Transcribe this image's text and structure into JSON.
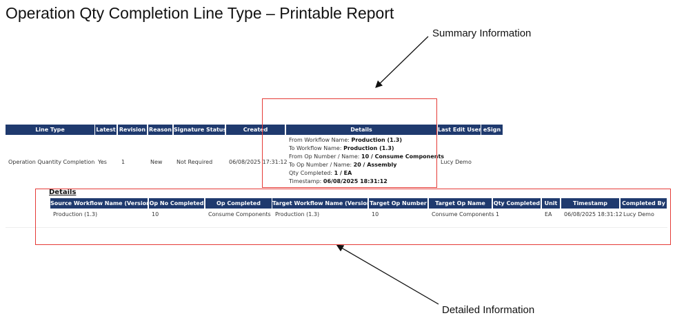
{
  "title": "Operation Qty Completion Line Type – Printable Report",
  "annotations": {
    "summary": "Summary Information",
    "detailed": "Detailed Information"
  },
  "summary_table": {
    "headers": [
      "Line Type",
      "Latest",
      "Revision",
      "Reason",
      "Signature Status",
      "Created",
      "Details",
      "Last Edit User",
      "eSign"
    ],
    "row": {
      "line_type": "Operation Quantity Completion",
      "latest": "Yes",
      "revision": "1",
      "reason": "New",
      "signature_status": "Not Required",
      "created": "06/08/2025 17:31:12",
      "last_edit_user": "Lucy Demo",
      "esign": ""
    },
    "details": [
      {
        "label": "From Workflow Name: ",
        "value": "Production (1.3)"
      },
      {
        "label": "To Workflow Name: ",
        "value": "Production (1.3)"
      },
      {
        "label": "From Op Number / Name: ",
        "value": "10 / Consume Components"
      },
      {
        "label": "To Op Number / Name: ",
        "value": "20 / Assembly"
      },
      {
        "label": "Qty Completed: ",
        "value": "1 / EA"
      },
      {
        "label": "Timestamp: ",
        "value": "06/08/2025 18:31:12"
      }
    ]
  },
  "details_section": {
    "heading": "Details",
    "headers": [
      "Source Workflow Name (Version)",
      "Op No Completed",
      "Op Completed",
      "Target Workflow Name (Version)",
      "Target Op Number",
      "Target Op Name",
      "Qty Completed",
      "Unit",
      "Timestamp",
      "Completed By"
    ],
    "row": [
      "Production (1.3)",
      "10",
      "Consume Components",
      "Production (1.3)",
      "10",
      "Consume Components",
      "1",
      "EA",
      "06/08/2025 18:31:12",
      "Lucy Demo"
    ]
  },
  "colors": {
    "header_bg": "#1f3a6e",
    "highlight": "#e53935"
  }
}
